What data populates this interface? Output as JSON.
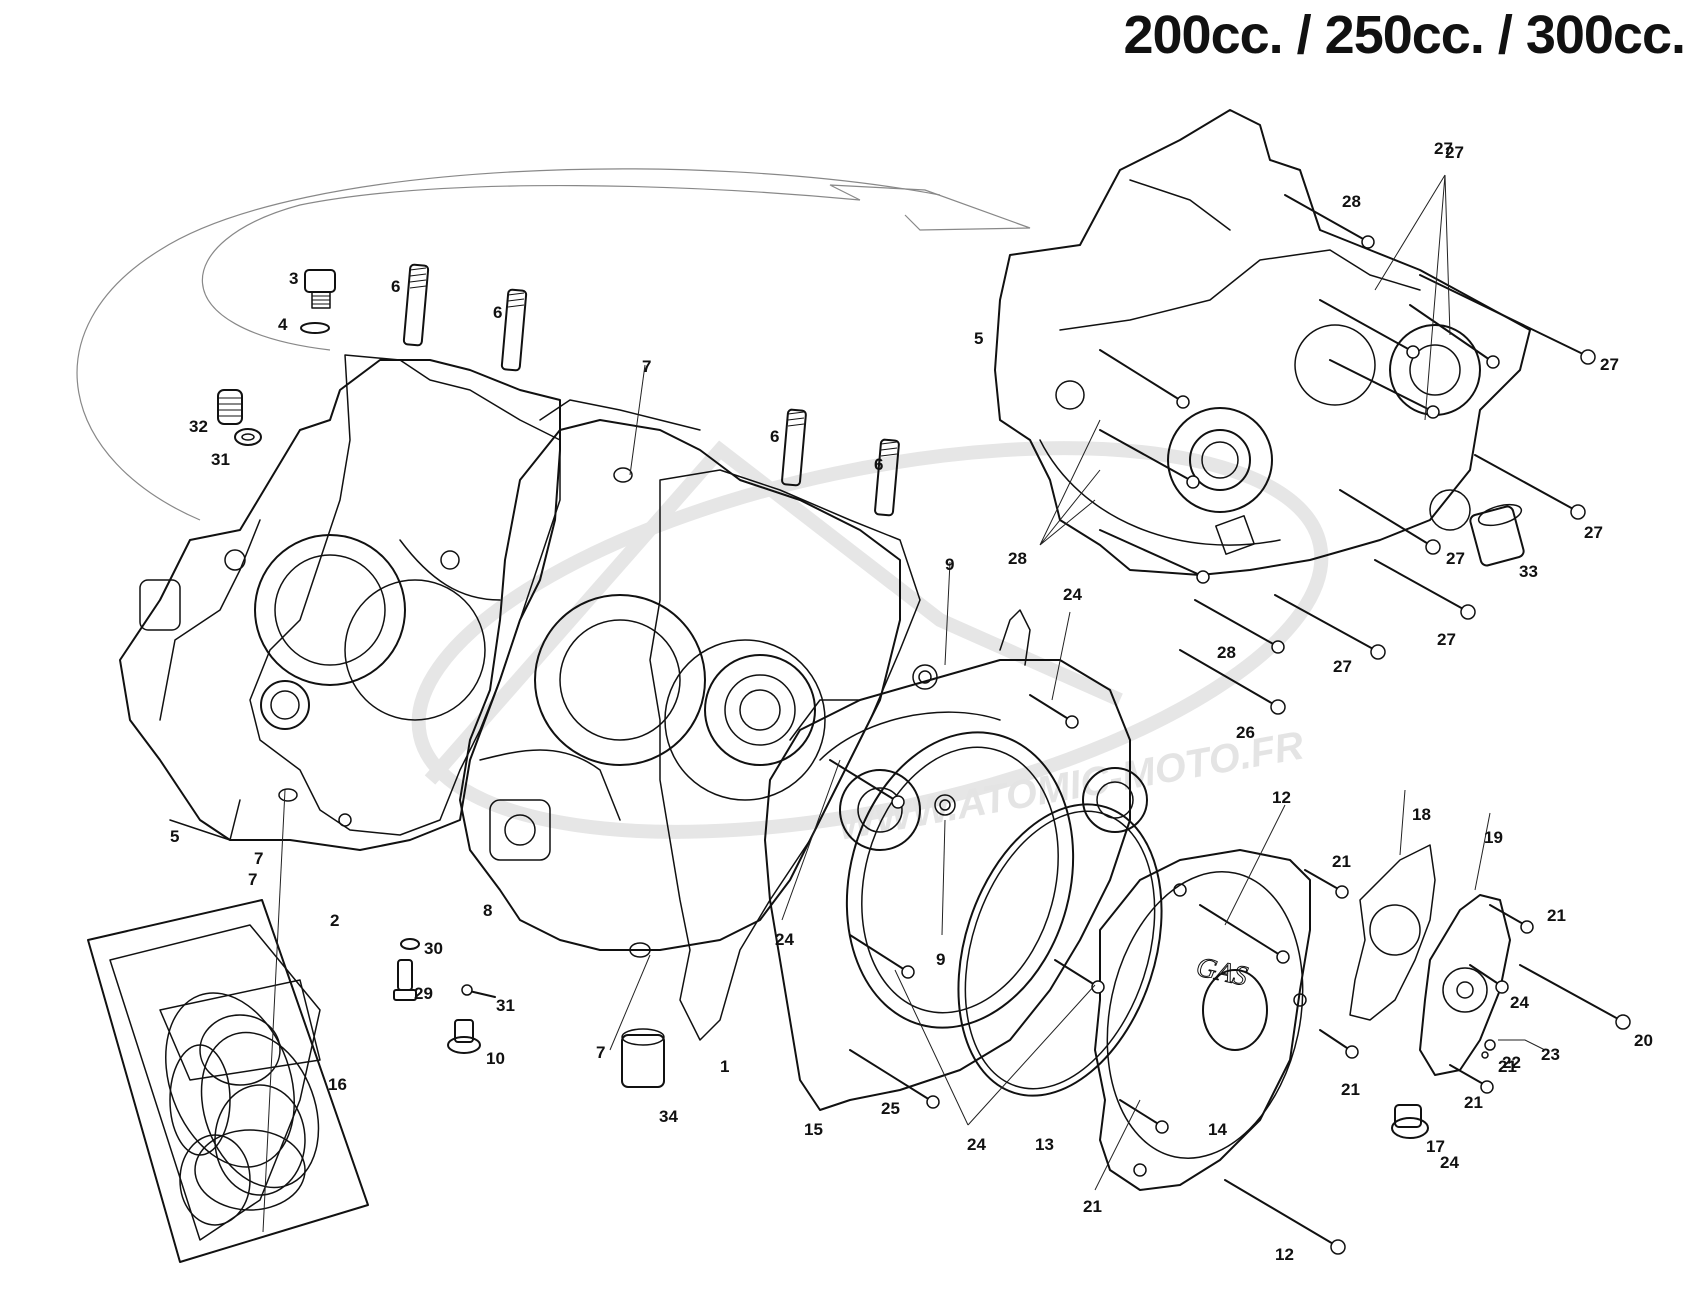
{
  "title": "200cc. / 250cc. / 300cc.",
  "watermark": "WWW.ATOMIC-MOTO.FR",
  "callouts": [
    "1",
    "2",
    "3",
    "4",
    "5",
    "5",
    "6",
    "6",
    "6",
    "6",
    "7",
    "7",
    "7",
    "7",
    "8",
    "9",
    "9",
    "10",
    "12",
    "12",
    "13",
    "14",
    "15",
    "16",
    "17",
    "18",
    "19",
    "20",
    "21",
    "21",
    "21",
    "21",
    "21",
    "21",
    "22",
    "23",
    "24",
    "24",
    "24",
    "24",
    "24",
    "25",
    "26",
    "27",
    "27",
    "27",
    "27",
    "27",
    "27",
    "27",
    "28",
    "28",
    "28",
    "29",
    "30",
    "31",
    "31",
    "32",
    "33",
    "34"
  ]
}
